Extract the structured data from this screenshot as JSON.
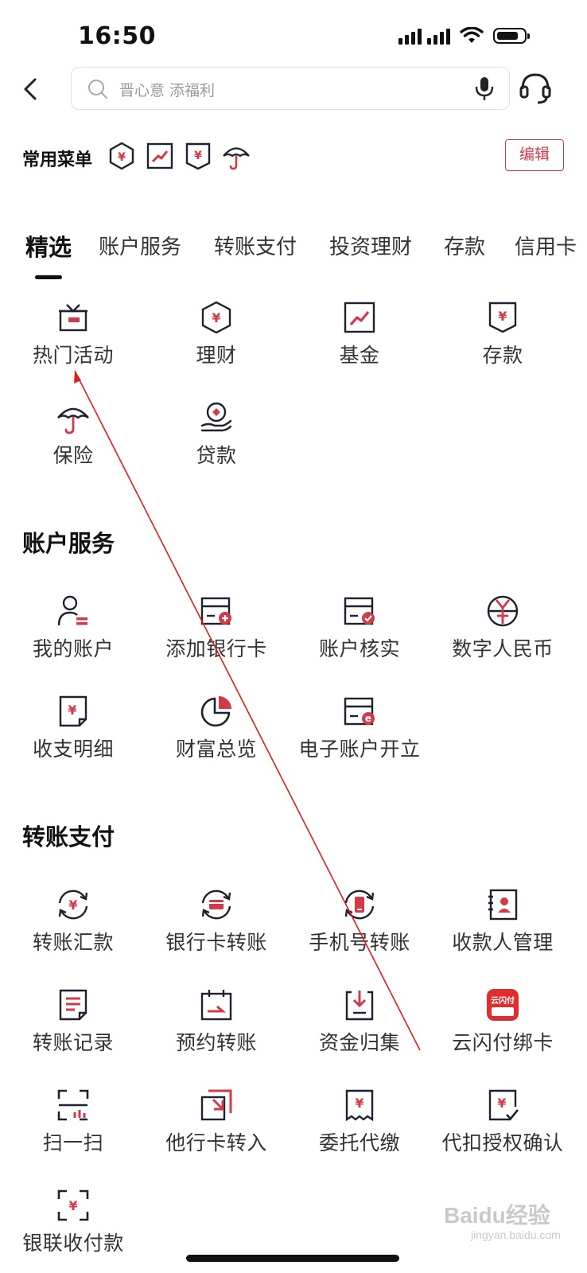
{
  "status_bar": {
    "time": "16:50"
  },
  "search": {
    "placeholder": "晋心意 添福利"
  },
  "common_menu": {
    "label": "常用菜单",
    "edit_label": "编辑"
  },
  "tabs": [
    "精选",
    "账户服务",
    "转账支付",
    "投资理财",
    "存款",
    "信用卡"
  ],
  "featured": {
    "items": [
      "热门活动",
      "理财",
      "基金",
      "存款",
      "保险",
      "贷款"
    ]
  },
  "account_services": {
    "title": "账户服务",
    "items": [
      "我的账户",
      "添加银行卡",
      "账户核实",
      "数字人民币",
      "收支明细",
      "财富总览",
      "电子账户开立"
    ]
  },
  "transfer_payment": {
    "title": "转账支付",
    "items": [
      "转账汇款",
      "银行卡转账",
      "手机号转账",
      "收款人管理",
      "转账记录",
      "预约转账",
      "资金归集",
      "云闪付绑卡",
      "扫一扫",
      "他行卡转入",
      "委托代缴",
      "代扣授权确认",
      "银联收付款"
    ]
  },
  "watermark": {
    "brand": "Baidu经验",
    "url": "jingyan.baidu.com"
  },
  "colors": {
    "accent": "#d23a4a",
    "icon_dark": "#1f2130",
    "annotation": "#e21b1b"
  }
}
